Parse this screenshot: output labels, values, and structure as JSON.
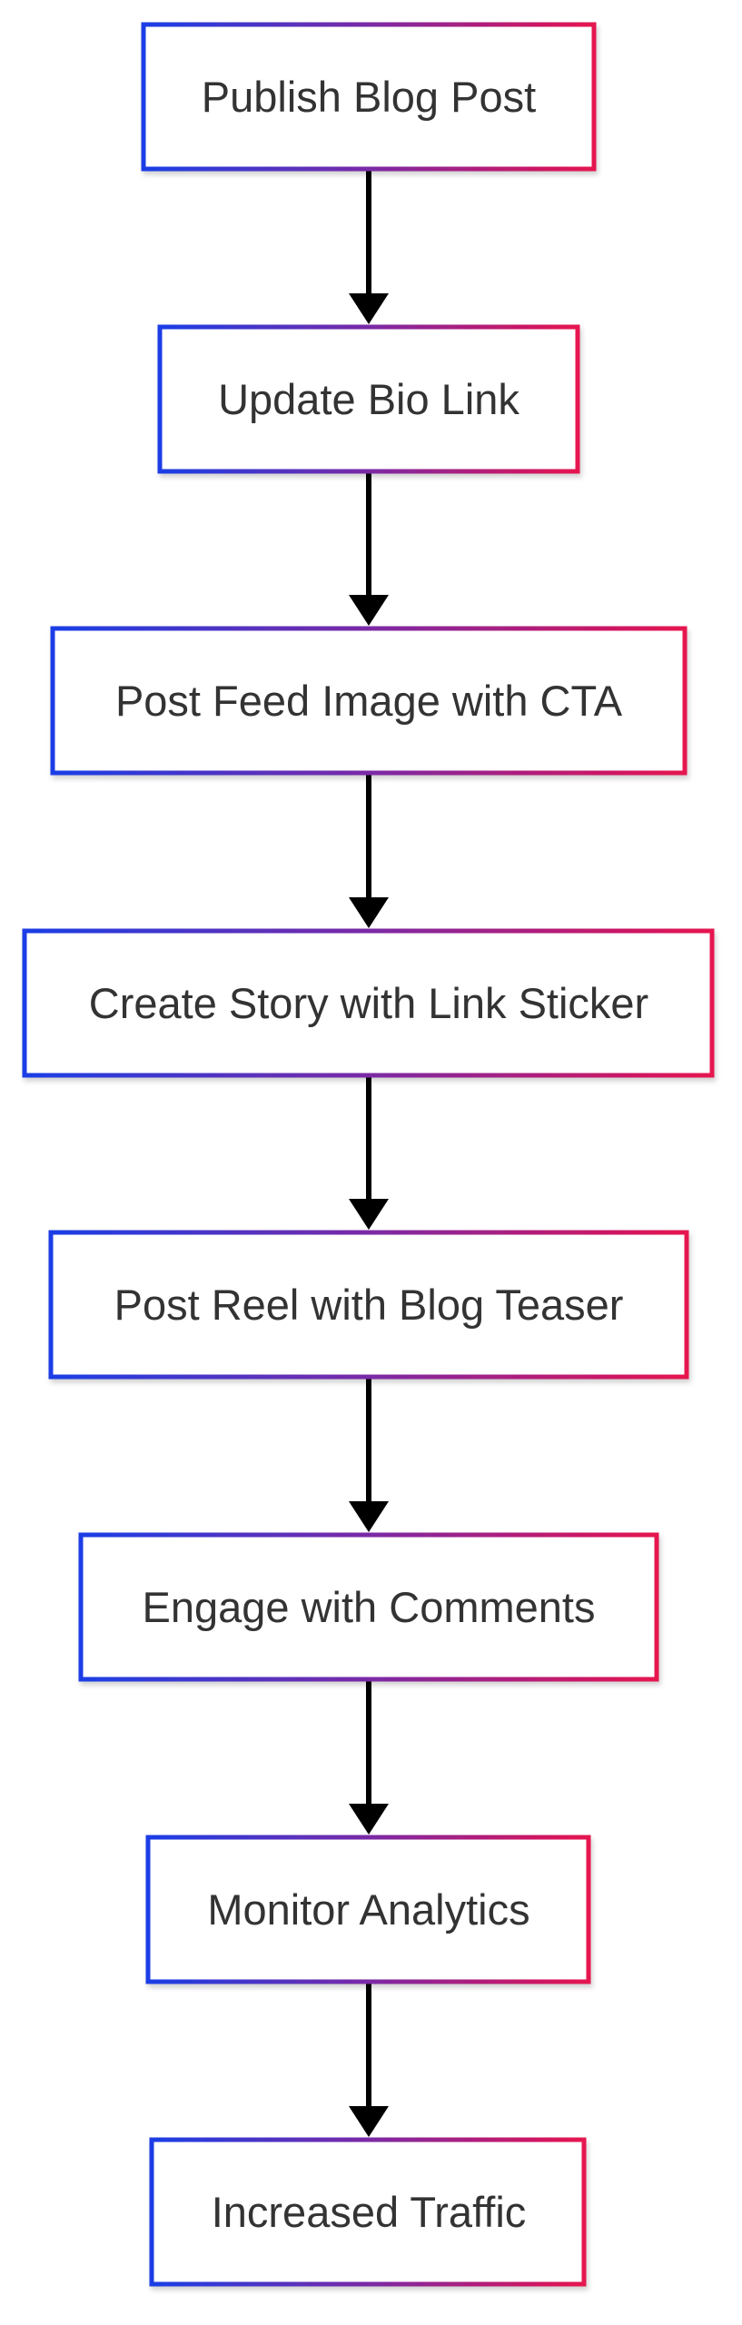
{
  "diagram": {
    "type": "flowchart",
    "direction": "top-to-bottom",
    "colors": {
      "border_start": "#1a3ee6",
      "border_end": "#e6124f",
      "node_fill": "#ffffff",
      "text": "#333333",
      "edge": "#000000"
    },
    "nodes": [
      {
        "id": "n1",
        "label": "Publish Blog Post"
      },
      {
        "id": "n2",
        "label": "Update Bio Link"
      },
      {
        "id": "n3",
        "label": "Post Feed Image with CTA"
      },
      {
        "id": "n4",
        "label": "Create Story with Link Sticker"
      },
      {
        "id": "n5",
        "label": "Post Reel with Blog Teaser"
      },
      {
        "id": "n6",
        "label": "Engage with Comments"
      },
      {
        "id": "n7",
        "label": "Monitor Analytics"
      },
      {
        "id": "n8",
        "label": "Increased Traffic"
      }
    ],
    "edges": [
      {
        "from": "n1",
        "to": "n2"
      },
      {
        "from": "n2",
        "to": "n3"
      },
      {
        "from": "n3",
        "to": "n4"
      },
      {
        "from": "n4",
        "to": "n5"
      },
      {
        "from": "n5",
        "to": "n6"
      },
      {
        "from": "n6",
        "to": "n7"
      },
      {
        "from": "n7",
        "to": "n8"
      }
    ]
  }
}
